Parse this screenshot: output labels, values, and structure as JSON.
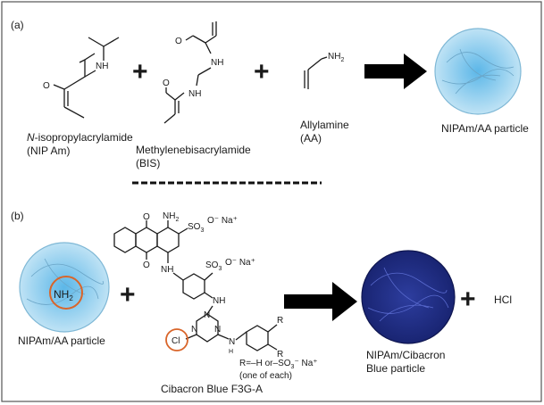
{
  "panel_a": {
    "label": "(a)",
    "nipam": {
      "name_italic": "N",
      "name_rest": "-isopropylacrylamide",
      "abbrev": "(NIP Am)",
      "atoms": {
        "o": "O",
        "nh": "NH"
      }
    },
    "plus1": "+",
    "bis": {
      "name": "Methylenebisacrylamide",
      "abbrev": "(BIS)",
      "atoms": {
        "o": "O",
        "nh": "NH"
      }
    },
    "plus2": "+",
    "aa": {
      "name": "Allylamine",
      "abbrev": "(AA)",
      "atoms": {
        "nh2": "NH",
        "sub2": "2"
      }
    },
    "product": "NIPAm/AA particle"
  },
  "panel_b": {
    "label": "(b)",
    "particle_label": "NIPAm/AA particle",
    "particle_group": "NH",
    "particle_group_sub": "2",
    "plus1": "+",
    "dye": {
      "name": "Cibacron Blue F3G-A",
      "atoms": {
        "o": "O",
        "nh2": "NH",
        "sub2": "2",
        "so3na": "SO",
        "sub3": "3",
        "ona": "O⁻ Na⁺",
        "nh": "NH",
        "n": "N",
        "h": "H",
        "cl": "Cl",
        "r": "R"
      },
      "r_def_1": "R=–H or–SO",
      "r_def_sub": "3",
      "r_def_2": "⁻ Na⁺",
      "r_def_note": "(one of each)"
    },
    "product_line1": "NIPAm/Cibacron",
    "product_line2": "Blue particle",
    "plus2": "+",
    "byproduct": "HCl"
  },
  "colors": {
    "particle_fill": "#a9d7ef",
    "particle_core": "#5cb7e8",
    "blue_particle": "#1c2b8a",
    "highlight_ring": "#d9652a",
    "arrow": "#000000"
  }
}
